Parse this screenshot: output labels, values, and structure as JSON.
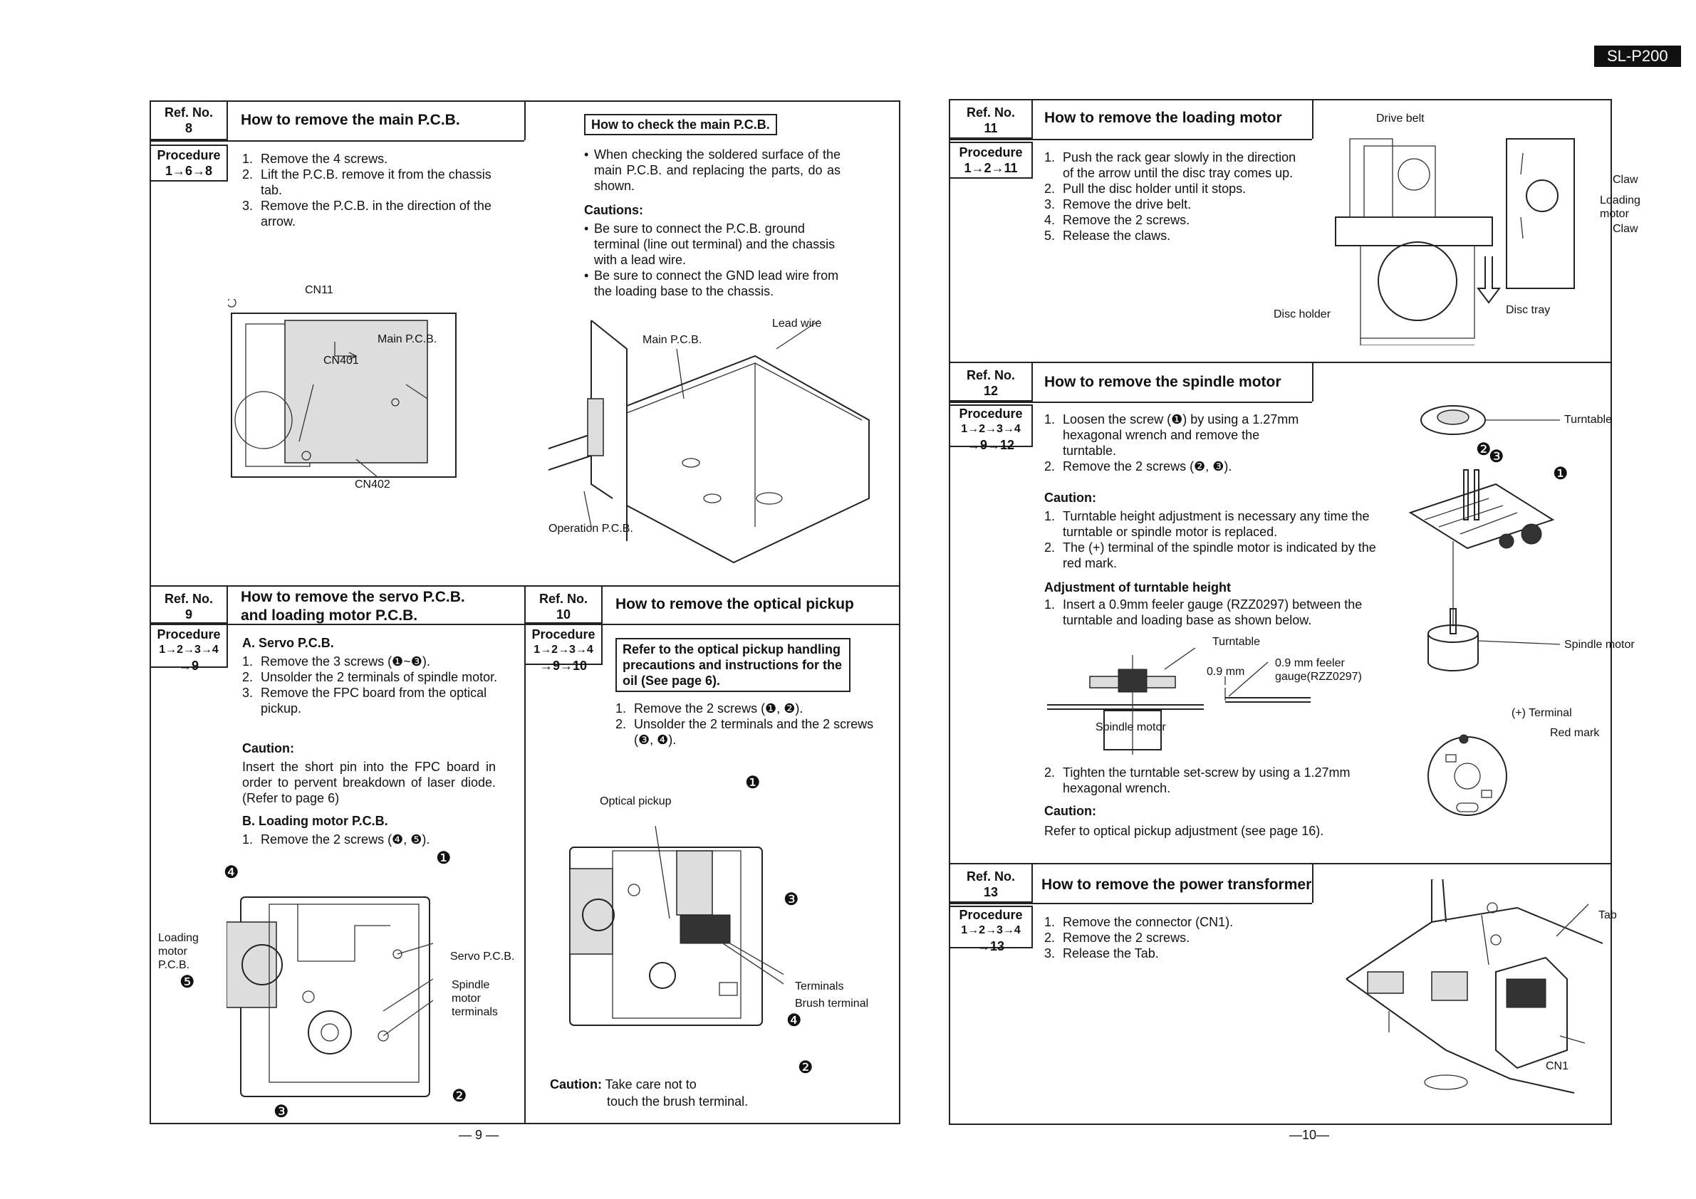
{
  "header": {
    "model": "SL-P200"
  },
  "left_page": {
    "page_number": "— 9 —",
    "section8": {
      "ref_label": "Ref. No.",
      "ref_no": "8",
      "title": "How to remove the main P.C.B.",
      "proc_label": "Procedure",
      "proc_seq": "1→6→8",
      "steps": [
        {
          "n": "1.",
          "text": "Remove the 4 screws."
        },
        {
          "n": "2.",
          "text": "Lift the P.C.B. remove it from the chassis tab."
        },
        {
          "n": "3.",
          "text": "Remove the P.C.B. in the direction of the arrow."
        }
      ],
      "labels": {
        "cn11": "CN11",
        "main_pcb": "Main P.C.B.",
        "cn401": "CN401",
        "cn402": "CN402"
      }
    },
    "check": {
      "title": "How to check the main P.C.B.",
      "intro": "When checking the soldered surface of the main P.C.B. and replacing the parts, do as shown.",
      "cautions_label": "Cautions:",
      "cautions": [
        "Be sure to connect the P.C.B. ground terminal (line out terminal) and the chassis with a lead wire.",
        "Be sure to connect the GND lead wire from the loading base to the chassis."
      ],
      "labels": {
        "main_pcb": "Main P.C.B.",
        "lead_wire": "Lead wire",
        "operation_pcb": "Operation P.C.B."
      }
    },
    "section9": {
      "ref_label": "Ref. No.",
      "ref_no": "9",
      "title_line1": "How to remove the servo P.C.B.",
      "title_line2": "and loading motor P.C.B.",
      "proc_label": "Procedure",
      "proc_seq1": "1→2→3→4",
      "proc_seq2": "→9",
      "sub_a": "A. Servo P.C.B.",
      "steps_a": [
        {
          "n": "1.",
          "text": "Remove the 3 screws (❶~❸)."
        },
        {
          "n": "2.",
          "text": "Unsolder the 2 terminals of spindle motor."
        },
        {
          "n": "3.",
          "text": "Remove the FPC board from the optical pickup."
        }
      ],
      "caution_label": "Caution:",
      "caution_text": "Insert the short pin into the FPC board in order to pervent breakdown of laser diode. (Refer to page 6)",
      "sub_b": "B. Loading motor P.C.B.",
      "steps_b": [
        {
          "n": "1.",
          "text": "Remove the 2 screws (❹, ❺)."
        }
      ],
      "labels": {
        "loading_motor_pcb_1": "Loading",
        "loading_motor_pcb_2": "motor",
        "loading_motor_pcb_3": "P.C.B.",
        "servo_pcb": "Servo P.C.B.",
        "spindle_1": "Spindle",
        "spindle_2": "motor",
        "spindle_3": "terminals",
        "n1": "❶",
        "n2": "❷",
        "n3": "❸",
        "n4": "❹",
        "n5": "❺"
      }
    },
    "section10": {
      "ref_label": "Ref. No.",
      "ref_no": "10",
      "title": "How to remove the optical pickup",
      "proc_label": "Procedure",
      "proc_seq1": "1→2→3→4",
      "proc_seq2": "→9→10",
      "notice": "Refer to the optical pickup handling precautions and instructions for the oil (See page 6).",
      "steps": [
        {
          "n": "1.",
          "text": "Remove the 2 screws (❶, ❷)."
        },
        {
          "n": "2.",
          "text": "Unsolder the 2 terminals and the 2 screws (❸, ❹)."
        }
      ],
      "caution_label": "Caution:",
      "caution_text_1": "Take care not to",
      "caution_text_2": "touch the brush terminal.",
      "labels": {
        "optical_pickup": "Optical pickup",
        "terminals": "Terminals",
        "brush_terminal": "Brush terminal",
        "n1": "❶",
        "n2": "❷",
        "n3": "❸",
        "n4": "❹"
      }
    }
  },
  "right_page": {
    "page_number": "—10—",
    "section11": {
      "ref_label": "Ref. No.",
      "ref_no": "11",
      "title": "How to remove the loading motor",
      "proc_label": "Procedure",
      "proc_seq": "1→2→11",
      "steps": [
        {
          "n": "1.",
          "text": "Push the rack gear slowly in the direction of the arrow until the disc tray comes up."
        },
        {
          "n": "2.",
          "text": "Pull the disc holder until it stops."
        },
        {
          "n": "3.",
          "text": "Remove the drive belt."
        },
        {
          "n": "4.",
          "text": "Remove the 2 screws."
        },
        {
          "n": "5.",
          "text": "Release the claws."
        }
      ],
      "labels": {
        "drive_belt": "Drive belt",
        "claw_top": "Claw",
        "loading": "Loading",
        "motor": "motor",
        "claw_bottom": "Claw",
        "disc_holder": "Disc holder",
        "disc_tray": "Disc tray"
      }
    },
    "section12": {
      "ref_label": "Ref. No.",
      "ref_no": "12",
      "title": "How to remove the spindle motor",
      "proc_label": "Procedure",
      "proc_seq1": "1→2→3→4",
      "proc_seq2": "→9→12",
      "steps": [
        {
          "n": "1.",
          "text": "Loosen the screw (❶) by using a 1.27mm hexagonal wrench and remove the turntable."
        },
        {
          "n": "2.",
          "text": "Remove the 2 screws (❷, ❸)."
        }
      ],
      "caution_label": "Caution:",
      "cautions": [
        {
          "n": "1.",
          "text": "Turntable height adjustment is necessary any time the turntable or spindle motor is replaced."
        },
        {
          "n": "2.",
          "text": "The (+) terminal of the spindle motor is indicated by the red mark."
        }
      ],
      "adjust_title": "Adjustment of turntable height",
      "adjust_steps": [
        {
          "n": "1.",
          "text": "Insert a 0.9mm feeler gauge (RZZ0297) between the turntable and loading base as shown below."
        }
      ],
      "adjust_step2": {
        "n": "2.",
        "text": "Tighten the turntable set-screw by using a 1.27mm hexagonal wrench."
      },
      "caution2_label": "Caution:",
      "caution2_text": "Refer to optical pickup adjustment (see page 16).",
      "labels": {
        "turntable": "Turntable",
        "turntable_gauge": "Turntable",
        "gap": "0.9 mm",
        "feeler_1": "0.9 mm feeler",
        "feeler_2": "gauge(RZZ0297)",
        "spindle_motor_gauge": "Spindle motor",
        "spindle_motor": "Spindle motor",
        "plus_terminal": "(+) Terminal",
        "red_mark": "Red mark",
        "n1": "❶",
        "n2": "❷",
        "n3": "❸"
      }
    },
    "section13": {
      "ref_label": "Ref. No.",
      "ref_no": "13",
      "title": "How to remove the power transformer",
      "proc_label": "Procedure",
      "proc_seq1": "1→2→3→4",
      "proc_seq2": "→13",
      "steps": [
        {
          "n": "1.",
          "text": "Remove the connector (CN1)."
        },
        {
          "n": "2.",
          "text": "Remove the 2 screws."
        },
        {
          "n": "3.",
          "text": "Release the Tab."
        }
      ],
      "labels": {
        "tab": "Tab",
        "cn1": "CN1"
      }
    }
  }
}
